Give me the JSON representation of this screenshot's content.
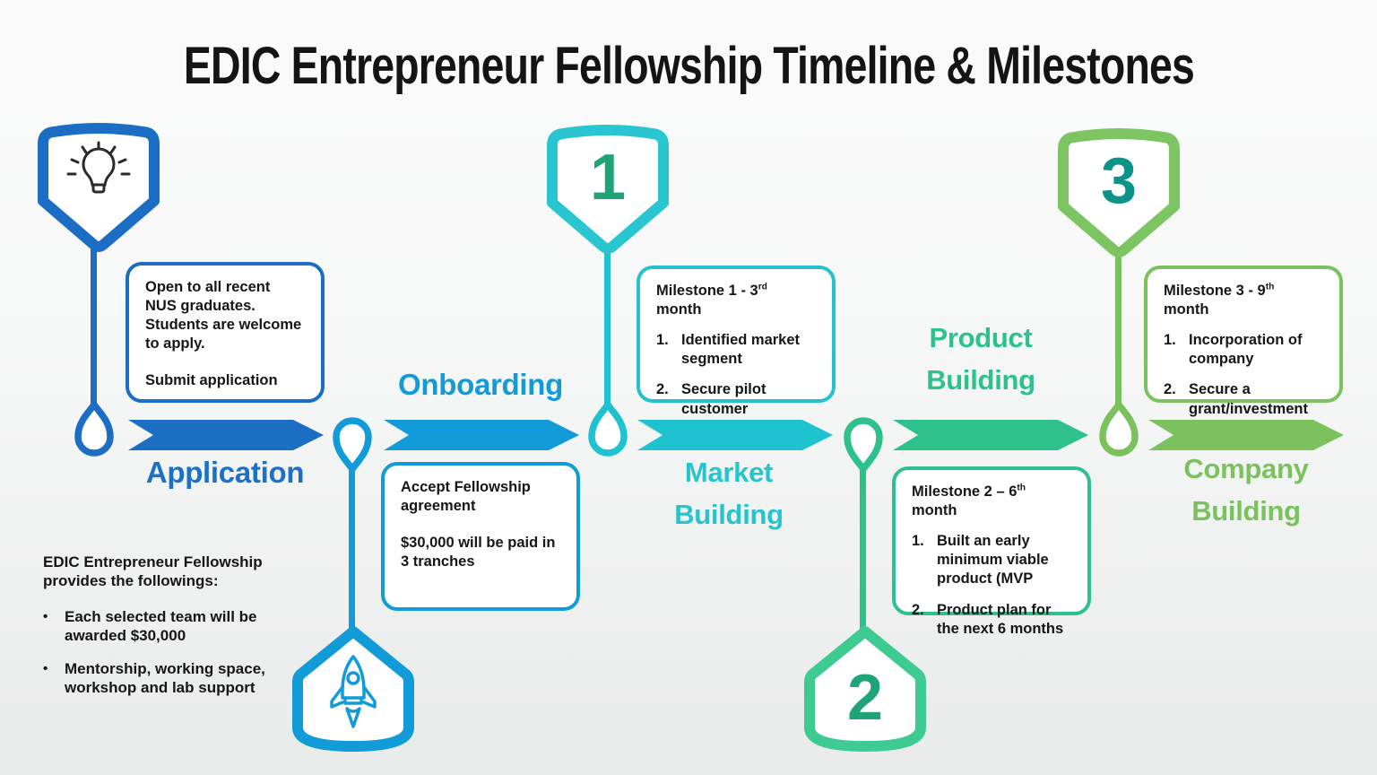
{
  "title": "EDIC Entrepreneur Fellowship Timeline & Milestones",
  "palette": {
    "application_blue": "#1B6EC4",
    "onboarding_azure": "#119BD8",
    "market_cyan": "#1FC3CF",
    "product_teal": "#2FC18C",
    "company_green": "#7BC25F",
    "milestone_number_green": "#1FA379",
    "milestone_number_teal": "#0D9389",
    "text_black": "#161616"
  },
  "stages": [
    {
      "label": "Application"
    },
    {
      "label": "Onboarding"
    },
    {
      "label": "Market Building"
    },
    {
      "label": "Product Building"
    },
    {
      "label": "Company Building"
    }
  ],
  "markers": {
    "milestone1": "1",
    "milestone2": "2",
    "milestone3": "3"
  },
  "icons": {
    "idea": "lightbulb-icon",
    "launch": "rocket-icon"
  },
  "boxes": {
    "application": {
      "p1": "Open to all recent NUS graduates. Students are welcome to apply.",
      "p2": "Submit application"
    },
    "onboarding": {
      "p1": "Accept Fellowship agreement",
      "p2": "$30,000 will be paid in 3 tranches"
    },
    "milestone1": {
      "title_prefix": "Milestone 1 - 3",
      "title_sup": "rd",
      "title_suffix": " month",
      "items": [
        {
          "num": "1.",
          "text": "Identified market segment"
        },
        {
          "num": "2.",
          "text": "Secure pilot customer"
        }
      ]
    },
    "milestone2": {
      "title_prefix": "Milestone 2 – 6",
      "title_sup": "th",
      "title_suffix": " month",
      "items": [
        {
          "num": "1.",
          "text": "Built an early minimum viable product (MVP"
        },
        {
          "num": "2.",
          "text": "Product plan for the next 6 months"
        }
      ]
    },
    "milestone3": {
      "title_prefix": "Milestone 3 - 9",
      "title_sup": "th",
      "title_suffix": " month",
      "items": [
        {
          "num": "1.",
          "text": "Incorporation of company"
        },
        {
          "num": "2.",
          "text": "Secure a grant/investment"
        }
      ]
    }
  },
  "footnote": {
    "title": "EDIC Entrepreneur Fellowship provides the followings:",
    "bullets": [
      {
        "marker": "•",
        "text": "Each selected team will be awarded $30,000"
      },
      {
        "marker": "•",
        "text": "Mentorship, working space, workshop and lab support"
      }
    ]
  }
}
